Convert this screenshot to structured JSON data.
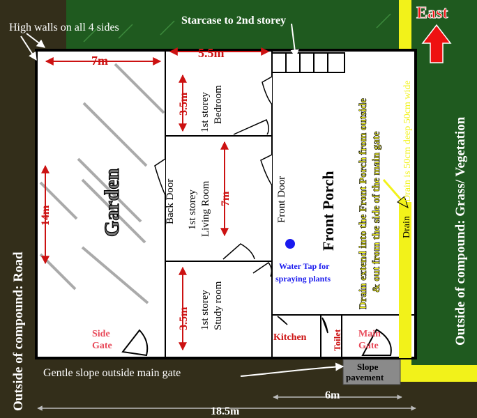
{
  "colors": {
    "road": "#332e1a",
    "grass": "#1f5a1f",
    "drain": "#f2f21a",
    "dim_red": "#cc1111",
    "gate_text": "#e84a5a",
    "water_blue": "#1a1aee",
    "east_arrow": "#ee1111",
    "slope_pavement": "#8a8a8a"
  },
  "labels": {
    "high_walls": "High walls on all 4 sides",
    "staircase": "Starcase to 2nd storey",
    "east": "East",
    "drain_spec": "Drain is 50cm deep 50cm wide",
    "outside_grass": "Outside of compound: Grass/ Vegetation",
    "outside_road": "Outside of compound: Road",
    "garden": "Garden",
    "back_door": "Back Door",
    "front_door": "Front Door",
    "front_porch": "Front Porch",
    "drain_note_1": "Drain extend into the Front Porch from outside",
    "drain_note_2": "& out from the side of the main gate",
    "drain": "Drain",
    "bedroom_1": "1st storey",
    "bedroom_2": "Bedroom",
    "living_1": "1st storey",
    "living_2": "Living Room",
    "study_1": "1st storey",
    "study_2": "Study room",
    "water_tap_1": "Water Tap for",
    "water_tap_2": "spraying  plants",
    "side_gate_1": "Side",
    "side_gate_2": "Gate",
    "main_gate_1": "Main",
    "main_gate_2": "Gate",
    "kitchen": "Kitchen",
    "toilet": "Toilet",
    "slope_1": "Slope",
    "slope_2": "pavement",
    "gentle_slope": "Gentle slope outside main gate"
  },
  "dimensions": {
    "garden_width": "7m",
    "rooms_width": "5.5m",
    "garden_length": "14m",
    "bedroom_length": "3.5m",
    "living_length": "7m",
    "study_length": "3.5m",
    "porch_width": "6m",
    "total_width": "18.5m"
  }
}
